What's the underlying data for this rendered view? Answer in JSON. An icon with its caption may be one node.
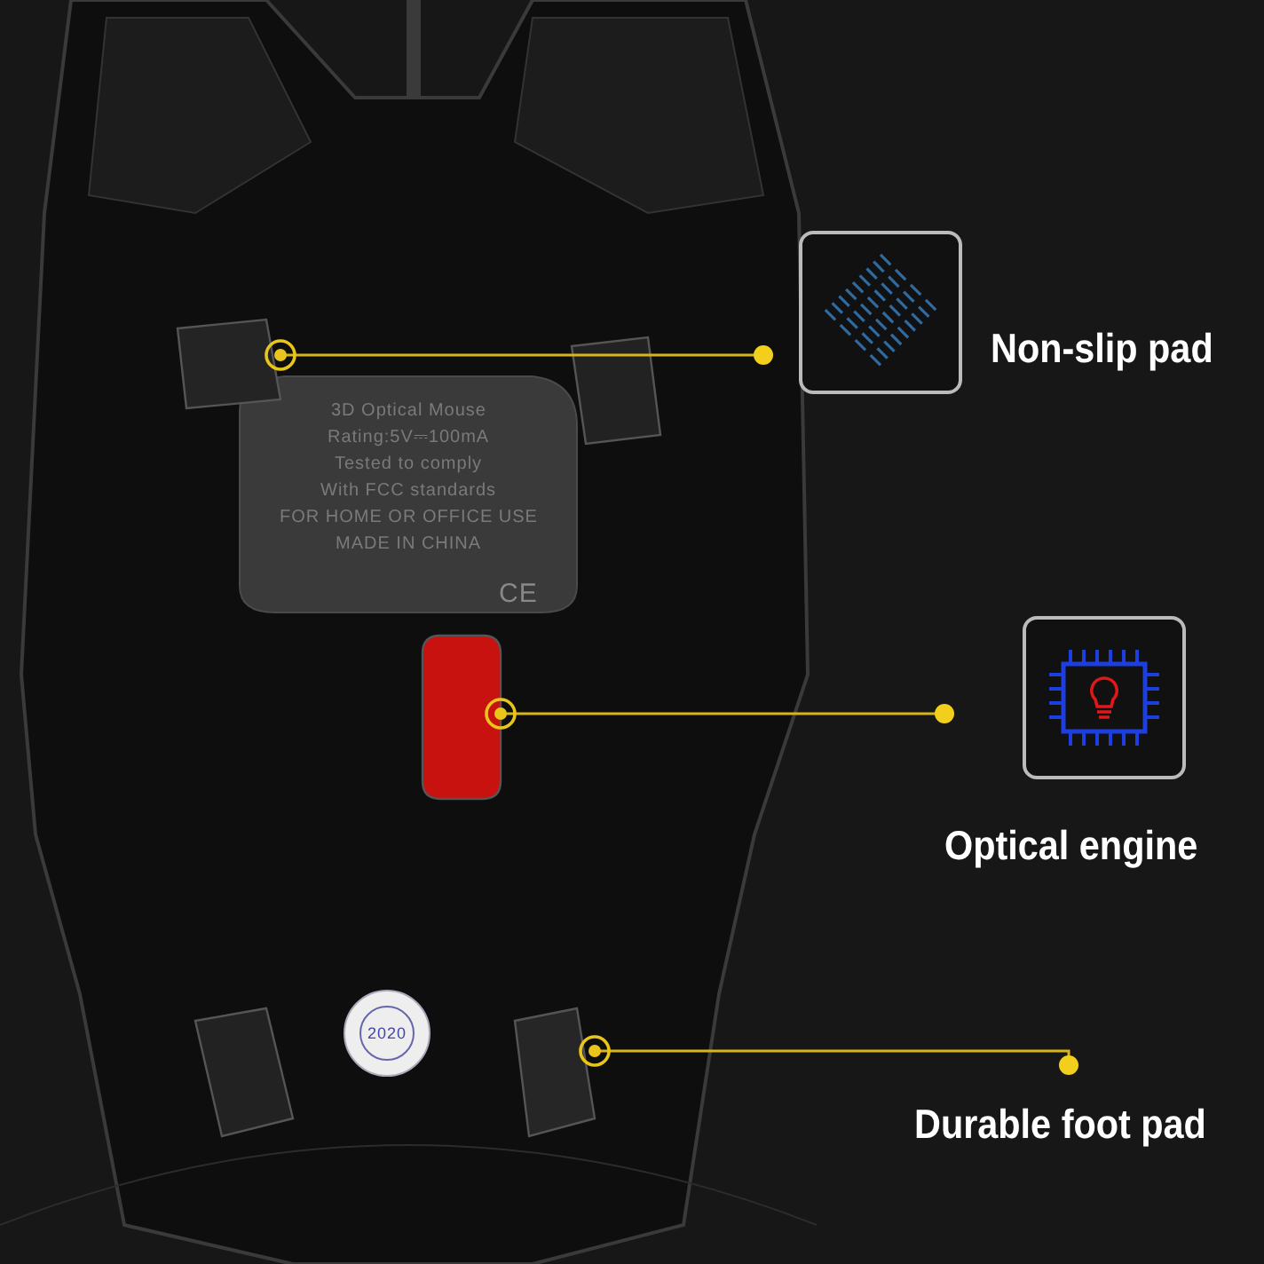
{
  "diagram": {
    "nodes": [
      {
        "text": [
          "Non-slip pad"
        ]
      },
      {
        "text": [],
        "shape": "picture"
      },
      {
        "text": [
          "Optical engine"
        ]
      },
      {
        "text": [],
        "shape": "picture"
      },
      {
        "text": [
          "Durable foot pad"
        ]
      },
      {
        "text": [],
        "shape": "picture"
      },
      {
        "text": [],
        "shape": "picture"
      },
      {
        "text": [],
        "shape": "picture"
      }
    ],
    "edges": [
      {
        "from": 0,
        "to": 1,
        "arrow": "other"
      },
      {
        "from": 2,
        "to": 3,
        "arrow": "other"
      },
      {
        "from": 4,
        "to": 5,
        "arrow": "other"
      }
    ],
    "labels": [
      "3D Optical Mouse",
      "Rating:5V⎓100mA",
      "Tested to comply",
      "With FCC standards",
      "FOR HOME OR OFFICE USE",
      "MADE IN CHINA",
      "CE",
      "2020"
    ]
  }
}
